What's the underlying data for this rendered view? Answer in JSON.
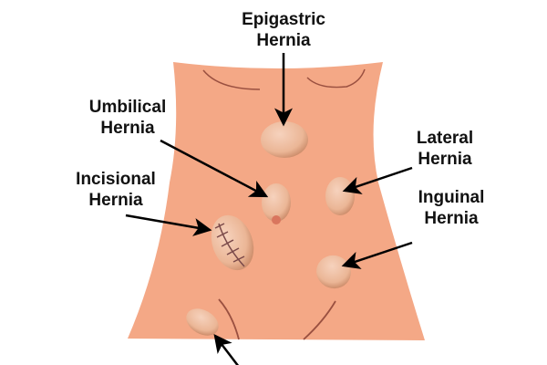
{
  "labels": {
    "epigastric": [
      "Epigastric",
      "Hernia"
    ],
    "umbilical": [
      "Umbilical",
      "Hernia"
    ],
    "lateral": [
      "Lateral",
      "Hernia"
    ],
    "incisional": [
      "Incisional",
      "Hernia"
    ],
    "inguinal": [
      "Inguinal",
      "Hernia"
    ]
  },
  "colors": {
    "skin": "#f4a886",
    "bulge": "#f0c0a4",
    "line": "#9a5040",
    "arrow": "#000000"
  }
}
